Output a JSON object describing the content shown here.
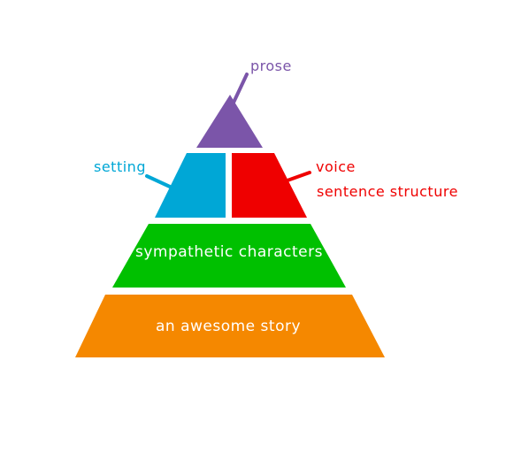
{
  "tiers": {
    "prose": {
      "color": "#7b55a9"
    },
    "setting": {
      "color": "#00a7d6"
    },
    "voice": {
      "color": "#ef0000"
    },
    "characters": {
      "label": "sympathetic characters",
      "color": "#00c000"
    },
    "story": {
      "label": "an awesome story",
      "color": "#f58800"
    }
  },
  "callouts": {
    "prose": {
      "label": "prose",
      "color": "#7b55a9"
    },
    "setting": {
      "label": "setting",
      "color": "#00a7d6"
    },
    "voice": {
      "label": "voice",
      "color": "#ef0000"
    },
    "sentence_structure": {
      "label": "sentence structure",
      "color": "#ef0000"
    }
  }
}
